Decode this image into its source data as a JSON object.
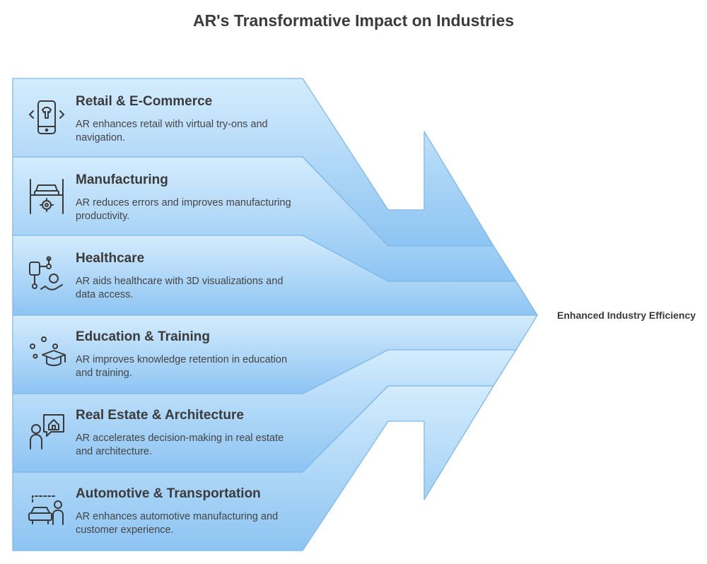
{
  "title": "AR's Transformative Impact on Industries",
  "result_label": "Enhanced Industry Efficiency",
  "colors": {
    "band_top": "#d4ecfd",
    "band_bottom": "#8dc4f2",
    "stroke": "#7eb9ea",
    "icon": "#3a3a3a"
  },
  "industries": [
    {
      "title": "Retail & E-Commerce",
      "description": "AR enhances retail with virtual try-ons and navigation.",
      "icon": "phone-shirt-icon"
    },
    {
      "title": "Manufacturing",
      "description": "AR reduces errors and improves manufacturing productivity.",
      "icon": "car-lift-gear-icon"
    },
    {
      "title": "Healthcare",
      "description": "AR aids healthcare with 3D visualizations and data access.",
      "icon": "patient-data-icon"
    },
    {
      "title": "Education & Training",
      "description": "AR improves knowledge retention in education and training.",
      "icon": "graduation-cap-icon"
    },
    {
      "title": "Real Estate & Architecture",
      "description": "AR accelerates decision-making in real estate and architecture.",
      "icon": "person-house-icon"
    },
    {
      "title": "Automotive & Transportation",
      "description": "AR enhances automotive manufacturing and customer experience.",
      "icon": "car-person-icon"
    }
  ]
}
